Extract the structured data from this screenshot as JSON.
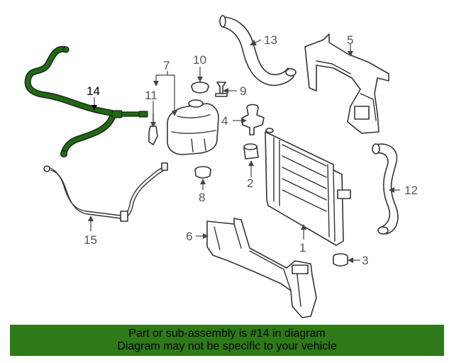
{
  "colors": {
    "highlight": "#1e6b0f",
    "banner": "#2f7a18",
    "line": "#333333"
  },
  "callouts": [
    {
      "id": "1",
      "label": "1"
    },
    {
      "id": "2",
      "label": "2"
    },
    {
      "id": "3",
      "label": "3"
    },
    {
      "id": "4",
      "label": "4"
    },
    {
      "id": "5",
      "label": "5"
    },
    {
      "id": "6",
      "label": "6"
    },
    {
      "id": "7",
      "label": "7"
    },
    {
      "id": "8",
      "label": "8"
    },
    {
      "id": "9",
      "label": "9"
    },
    {
      "id": "10",
      "label": "10"
    },
    {
      "id": "11",
      "label": "11"
    },
    {
      "id": "12",
      "label": "12"
    },
    {
      "id": "13",
      "label": "13"
    },
    {
      "id": "14",
      "label": "14",
      "highlighted": true
    },
    {
      "id": "15",
      "label": "15"
    }
  ],
  "banner": {
    "line1": "Part or sub-assembly is #14 in diagram",
    "line2": "Diagram may not be specific to your vehicle"
  }
}
